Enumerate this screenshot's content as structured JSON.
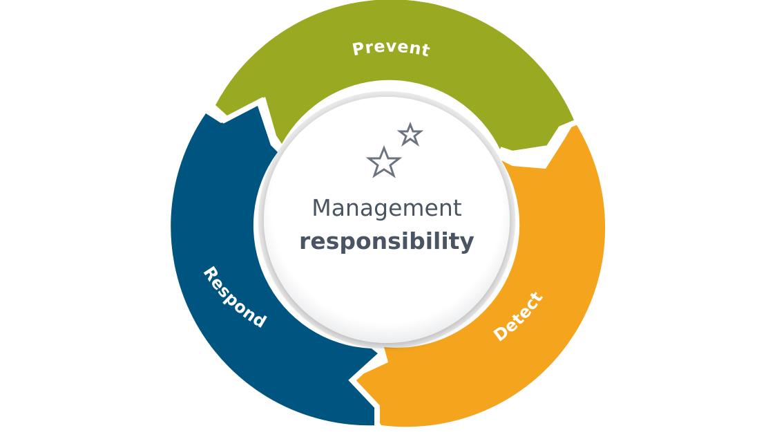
{
  "diagram": {
    "center": {
      "line1": "Management",
      "line2": "responsibility"
    },
    "segments": [
      {
        "id": "prevent",
        "label": "Prevent",
        "color": "#99aa22"
      },
      {
        "id": "detect",
        "label": "Detect",
        "color": "#f4a51d"
      },
      {
        "id": "respond",
        "label": "Respond",
        "color": "#005580"
      }
    ],
    "center_icon": "two-stars-icon",
    "colors": {
      "center_fill": "#ffffff",
      "center_text": "#4a5563",
      "star_stroke": "#6b7480",
      "label_text": "#ffffff"
    }
  }
}
